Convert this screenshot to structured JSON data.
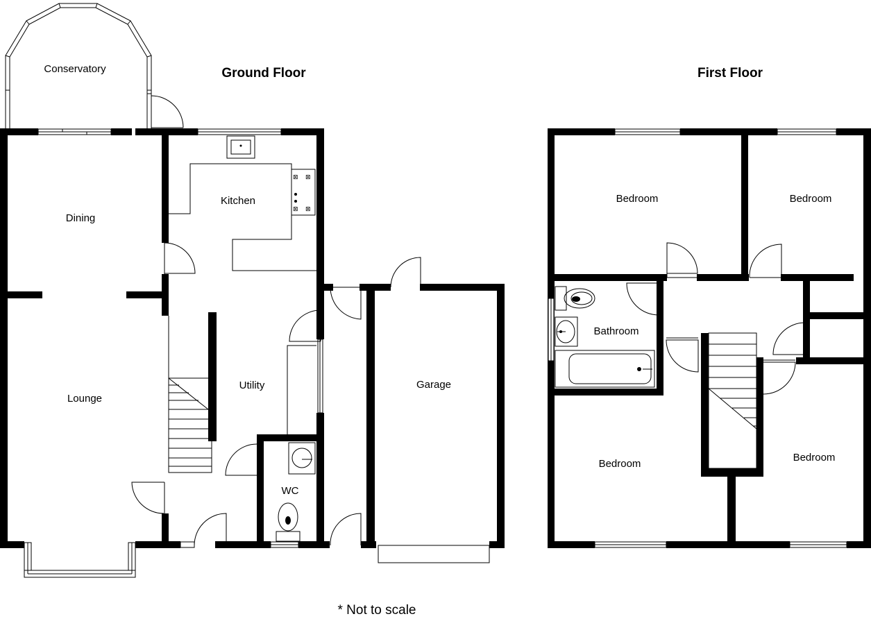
{
  "titles": {
    "ground": "Ground Floor",
    "first": "First Floor"
  },
  "ground_rooms": {
    "conservatory": "Conservatory",
    "dining": "Dining",
    "kitchen": "Kitchen",
    "lounge": "Lounge",
    "utility": "Utility",
    "wc": "WC",
    "garage": "Garage"
  },
  "first_rooms": {
    "bedroom_1": "Bedroom",
    "bedroom_2": "Bedroom",
    "bathroom": "Bathroom",
    "bedroom_3": "Bedroom",
    "bedroom_4": "Bedroom"
  },
  "footnote": "* Not to scale"
}
